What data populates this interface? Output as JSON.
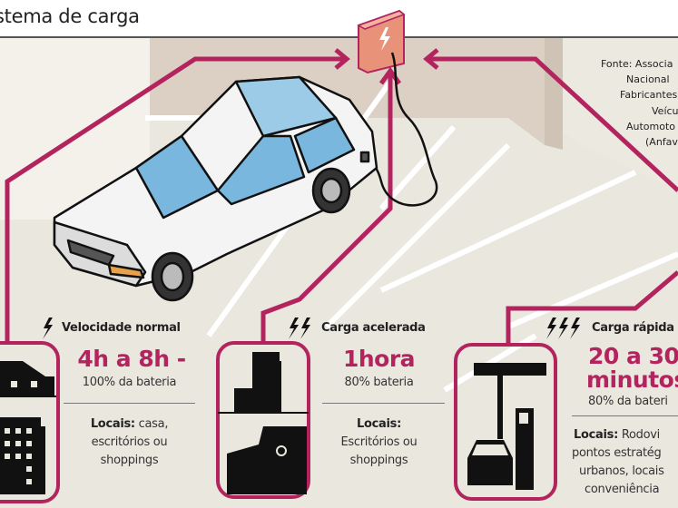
{
  "title": "stema de carga",
  "source": [
    "Fonte: Associa",
    "Nacional",
    "Fabricantes",
    "Veícu",
    "Automoto",
    "(Anfav"
  ],
  "colors": {
    "accent": "#b3245f",
    "background": "#e9e7de",
    "charger": "#e8927a",
    "window": "#7ab7de"
  },
  "modes": [
    {
      "icon": "lightning-bolt-icon",
      "bolts": 1,
      "heading": "Velocidade normal",
      "time": "4h a 8h -",
      "battery": "100% da bateria",
      "locais_label": "Locais:",
      "locais_lines": [
        "casa,",
        "escritórios ou",
        "shoppings"
      ]
    },
    {
      "icon": "double-lightning-bolt-icon",
      "bolts": 2,
      "heading": "Carga acelerada",
      "time": "1hora",
      "battery": "80% bateria",
      "locais_label": "Locais:",
      "locais_lines": [
        "",
        "Escritórios ou",
        "shoppings"
      ]
    },
    {
      "icon": "triple-lightning-bolt-icon",
      "bolts": 3,
      "heading": "Carga rápida",
      "time": [
        "20 a 30",
        "minutos"
      ],
      "battery": "80% da bateri",
      "locais_label": "Locais:",
      "locais_lines": [
        "Rodovi",
        "pontos estratég",
        "urbanos, locais",
        "conveniência"
      ]
    }
  ]
}
